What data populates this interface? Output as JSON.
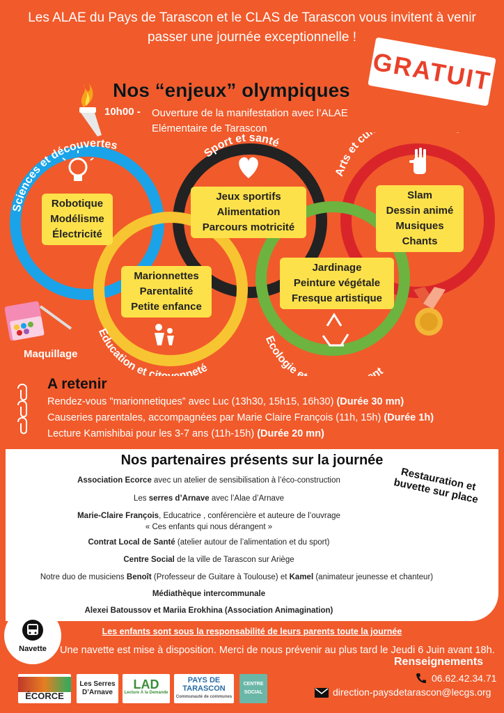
{
  "intro": {
    "line1": "Les ALAE du Pays de Tarascon et le CLAS de Tarascon vous invitent à venir",
    "line2": "passer une journée exceptionnelle !"
  },
  "badge_gratuit": "GRATUIT",
  "title": "Nos “enjeux” olympiques",
  "opening": {
    "time": "10h00 -",
    "line1": "Ouverture de la manifestation avec l’ALAE",
    "line2": "Elémentaire de Tarascon"
  },
  "rings": {
    "blue": {
      "label": "Sciences et découvertes",
      "items": [
        "Robotique",
        "Modélisme",
        "Électricité"
      ],
      "color": "#1aa3e8"
    },
    "black": {
      "label": "Sport et santé",
      "items": [
        "Jeux sportifs",
        "Alimentation",
        "Parcours motricité"
      ],
      "color": "#222222"
    },
    "red": {
      "label": "Arts et culture, Expositions",
      "items": [
        "Slam",
        "Dessin animé",
        "Musiques",
        "Chants"
      ],
      "color": "#d9252a"
    },
    "yellow": {
      "label": "Education et citoyenneté",
      "items": [
        "Marionnettes",
        "Parentalité",
        "Petite enfance"
      ],
      "color": "#f7c531"
    },
    "green": {
      "label": "Ecologie et environnement",
      "items": [
        "Jardinage",
        "Peinture végétale",
        "Fresque artistique"
      ],
      "color": "#6db33f"
    }
  },
  "maquillage": "Maquillage",
  "retenir": {
    "title": "A retenir",
    "items": [
      {
        "text": "Rendez-vous \"marionnetiques” avec Luc (13h30, 15h15, 16h30) ",
        "bold": "(Durée 30 mn)"
      },
      {
        "text": "Causeries parentales, accompagnées par Marie Claire François  (11h, 15h) ",
        "bold": "(Durée 1h)"
      },
      {
        "text": "Lecture Kamishibai pour les 3-7 ans (11h-15h) ",
        "bold": "(Durée 20 mn)"
      }
    ]
  },
  "partners": {
    "title": "Nos partenaires présents sur la journée",
    "p1_bold": "Association Ecorce",
    "p1_rest": " avec un atelier de sensibilisation à l’éco-construction",
    "p2_pre": "Les ",
    "p2_bold": "serres d’Arnave",
    "p2_rest": " avec l’Alae d’Arnave",
    "p3_bold": "Marie-Claire François",
    "p3_rest": ", Educatrice , conférencière et auteure de l’ouvrage",
    "p3_line2": "« Ces enfants qui nous dérangent »",
    "p4_bold": "Contrat Local de Santé",
    "p4_rest": " (atelier autour de l’alimentation et du sport)",
    "p5_bold": "Centre Social",
    "p5_rest": " de la ville de Tarascon sur Ariège",
    "p6_pre": "Notre duo de musiciens ",
    "p6_bold1": "Benoît",
    "p6_mid": " (Professeur de Guitare à Toulouse) et ",
    "p6_bold2": "Kamel",
    "p6_rest": "  (animateur jeunesse et chanteur)",
    "p7_bold": "Médiathèque intercommunale",
    "p8_bold": "Alexei Batoussov et Mariia Erokhina (Association Animagination)"
  },
  "restauration": "Restauration et buvette sur place",
  "warning": "Les enfants sont sous la responsabilité de leurs parents toute la journée",
  "navette": {
    "label": "Navette",
    "text": "Une navette est mise à disposition. Merci de nous prévenir au plus tard le Jeudi 6 Juin avant 18h."
  },
  "renseignements": {
    "title": "Renseignements",
    "phone": "06.62.42.34.71",
    "email": "direction-paysdetarascon@lecgs.org"
  },
  "logos": {
    "ecorce": "ÉCORCE",
    "serres": "Les Serres D’Arnave",
    "lad": "LAD",
    "lad_sub": "Lecture À la Demande",
    "pays": "PAYS DE TARASCON",
    "pays_sub": "Communauté de communes",
    "centre": "CENTRE SOCIAL"
  }
}
